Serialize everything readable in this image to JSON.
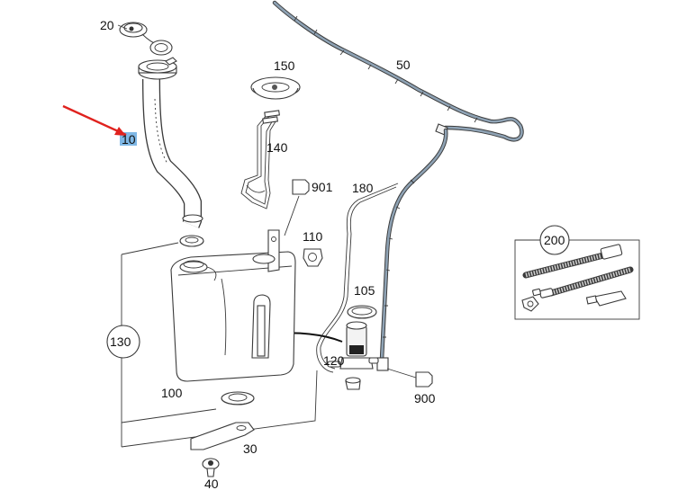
{
  "colors": {
    "highlight": "#7fb8e6",
    "arrow": "#e0221e",
    "hose": "#8ea2b4",
    "line": "#3a3a3a"
  },
  "labels": {
    "p20": "20",
    "p10": "10",
    "p150": "150",
    "p140": "140",
    "p50": "50",
    "p901": "901",
    "p180": "180",
    "p110": "110",
    "p105": "105",
    "p130": "130",
    "p120": "120",
    "p100": "100",
    "p30": "30",
    "p40": "40",
    "p900": "900",
    "p200": "200"
  }
}
